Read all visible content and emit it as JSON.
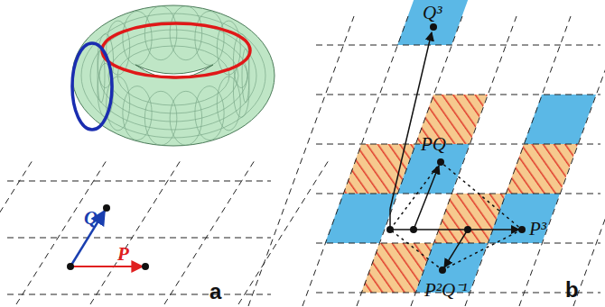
{
  "diagram": {
    "labels": [
      "a",
      "b",
      "Q",
      "P",
      "Q³",
      "PQ",
      "P³",
      "P²Q⁻¹"
    ]
  }
}
